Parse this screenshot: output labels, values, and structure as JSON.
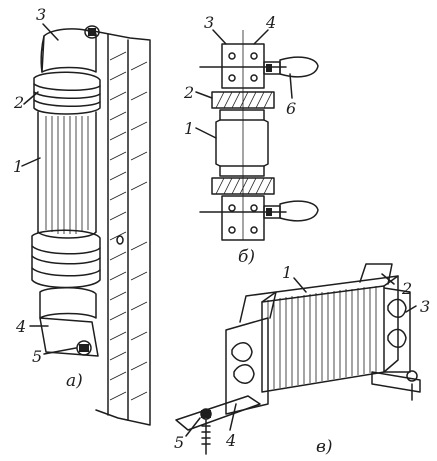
{
  "figure": {
    "panel_a": {
      "caption": "а)",
      "callouts": [
        "1",
        "2",
        "3",
        "4",
        "5"
      ]
    },
    "panel_b": {
      "caption": "б)",
      "callouts": [
        "1",
        "2",
        "3",
        "4",
        "6"
      ]
    },
    "panel_c": {
      "caption": "в)",
      "callouts": [
        "1",
        "2",
        "3",
        "4",
        "5"
      ]
    }
  }
}
